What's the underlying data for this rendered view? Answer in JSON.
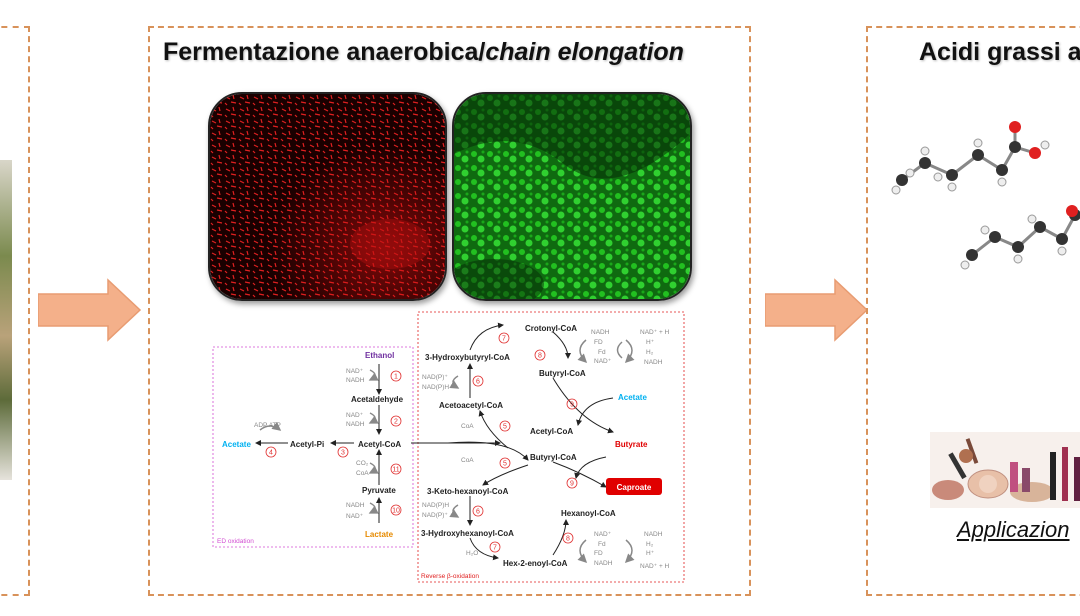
{
  "panel_middle": {
    "title_regular": "Fermentazione anaerobica/",
    "title_italic": "chain elongation"
  },
  "panel_right": {
    "title": "Acidi grassi a",
    "caption": "Applicazion"
  },
  "pathway": {
    "compounds": {
      "ethanol": "Ethanol",
      "acetaldehyde": "Acetaldehyde",
      "acetyl_coa": "Acetyl-CoA",
      "acetyl_pi": "Acetyl-Pi",
      "acetate_left": "Acetate",
      "pyruvate": "Pyruvate",
      "lactate": "Lactate",
      "hydroxybutyryl_coa": "3-Hydroxybutyryl-CoA",
      "crotonyl_coa": "Crotonyl-CoA",
      "butyryl_coa_top": "Butyryl-CoA",
      "acetoacetyl_coa": "Acetoacetyl-CoA",
      "acetate_right": "Acetate",
      "acetyl_coa_right": "Acetyl-CoA",
      "butyrate": "Butyrate",
      "butyryl_coa_mid": "Butyryl-CoA",
      "caproate": "Caproate",
      "keto_hexanoyl_coa": "3-Keto-hexanoyl-CoA",
      "hexanoyl_coa": "Hexanoyl-CoA",
      "hydroxyhexanoyl_coa": "3-Hydroxyhexanoyl-CoA",
      "hex_enoyl_coa": "Hex-2-enoyl-CoA"
    },
    "cofactors": {
      "nad_1": "NAD⁺",
      "nadh_1": "NADH",
      "nad_2": "NAD⁺",
      "nadh_2": "NADH",
      "co2": "CO₂",
      "coa_11": "CoA",
      "nadh_10": "NADH",
      "nad_10": "NAD⁺",
      "adp_atp": "ADP ATP",
      "nadp_top": "NAD(P)⁺",
      "nadph_top": "NAD(P)H",
      "coa_5a": "CoA",
      "coa_5b": "CoA",
      "nadph_bot": "NAD(P)H",
      "nadp_bot": "NAD(P)⁺",
      "h2o": "H₂O",
      "nadh_e1": "NADH",
      "fd_red_1": "FD",
      "fd_ox_1": "Fd",
      "nad_e1": "NAD⁺",
      "nad_h_1": "NAD⁺ + H",
      "h_1": "H⁺",
      "h2_1": "H₂",
      "nadh_e1b": "NADH",
      "nad_e2": "NAD⁺",
      "fd_ox_2": "Fd",
      "fd_red_2": "FD",
      "nadh_e2": "NADH",
      "nadh_e2b": "NADH",
      "h2_2": "H₂",
      "h_2": "H⁺",
      "nad_h_2": "NAD⁺ + H"
    },
    "steps": [
      "1",
      "2",
      "11",
      "10",
      "4",
      "3",
      "7",
      "6",
      "8",
      "5",
      "9",
      "5",
      "9",
      "6",
      "7",
      "8"
    ],
    "box_labels": {
      "ed": "ED oxidation",
      "rbo": "Reverse β-oxidation"
    }
  },
  "colors": {
    "border": "#d8925a",
    "arrow": "#f4b08a",
    "ethanol": "#7030a0",
    "acetate": "#00b0f0",
    "lactate": "#e68a00",
    "butyrate": "#e00000",
    "caproate_bg": "#e00000",
    "step_ring": "#e03030",
    "ed_box": "#d24fd2",
    "rbo_box": "#e02020"
  }
}
